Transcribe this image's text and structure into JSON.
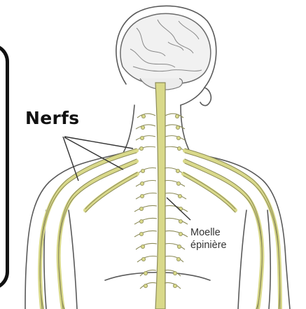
{
  "labels": {
    "nerves": "Nerfs",
    "spinal_cord_line1": "Moelle",
    "spinal_cord_line2": "épinière"
  },
  "colors": {
    "nerve": "#d9d98a",
    "nerve_outline": "#8d8c5a",
    "outline": "#5a5a5a",
    "frame": "#111111",
    "label": "#111111"
  },
  "icons": [
    "brain-illustration",
    "spinal-cord-illustration"
  ]
}
